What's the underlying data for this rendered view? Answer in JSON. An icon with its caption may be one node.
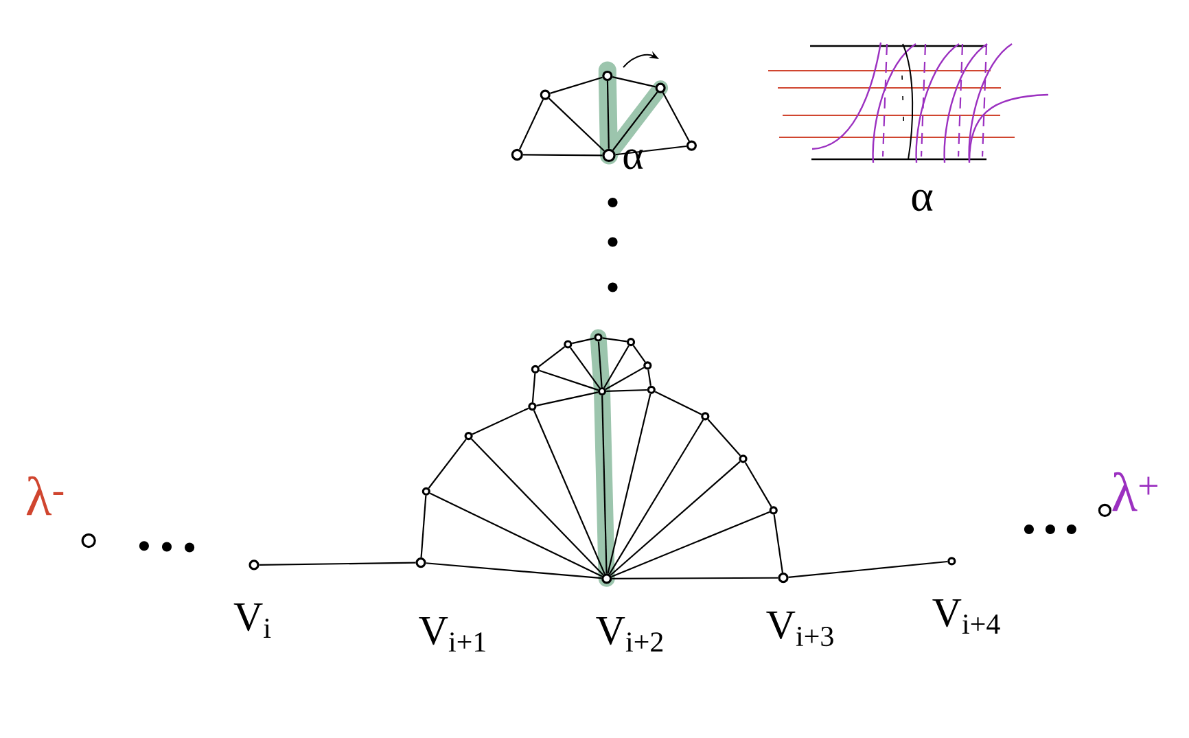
{
  "diagram": {
    "nodes": [
      {
        "text": [],
        "shape": "circle",
        "beside": [
          "λ$^{-}$"
        ]
      },
      {
        "text": [],
        "shape": "circle",
        "beside": [
          "V$_{i}$"
        ]
      },
      {
        "text": [],
        "shape": "circle",
        "beside": [
          "V$_{i+1}$"
        ]
      },
      {
        "text": [],
        "shape": "circle",
        "beside": [
          "V$_{i+2}$"
        ]
      },
      {
        "text": [],
        "shape": "circle",
        "beside": [
          "V$_{i+3}$"
        ]
      },
      {
        "text": [],
        "shape": "circle",
        "beside": [
          "V$_{i+4}$"
        ]
      },
      {
        "text": [],
        "shape": "circle",
        "beside": [
          "λ$^{+}$"
        ]
      },
      {
        "text": [],
        "shape": "circle"
      },
      {
        "text": [],
        "shape": "circle"
      },
      {
        "text": [],
        "shape": "circle"
      },
      {
        "text": [],
        "shape": "circle"
      },
      {
        "text": [],
        "shape": "circle"
      },
      {
        "text": [],
        "shape": "circle"
      },
      {
        "text": [],
        "shape": "circle"
      },
      {
        "text": [],
        "shape": "circle"
      },
      {
        "text": [],
        "shape": "circle"
      },
      {
        "text": [],
        "shape": "circle"
      },
      {
        "text": [],
        "shape": "circle"
      },
      {
        "text": [],
        "shape": "circle"
      },
      {
        "text": [],
        "shape": "circle"
      },
      {
        "text": [],
        "shape": "circle"
      },
      {
        "text": [],
        "shape": "circle"
      },
      {
        "text": [],
        "shape": "circle"
      },
      {
        "text": [],
        "shape": "circle"
      },
      {
        "text": [],
        "shape": "circle"
      },
      {
        "text": [],
        "shape": "circle",
        "beside": [
          "α"
        ]
      }
    ],
    "edges": [
      {
        "from": 1,
        "to": 2,
        "arrow": "none"
      },
      {
        "from": 2,
        "to": 3,
        "arrow": "none"
      },
      {
        "from": 3,
        "to": 4,
        "arrow": "none"
      },
      {
        "from": 4,
        "to": 5,
        "arrow": "none"
      },
      {
        "from": 2,
        "to": 7,
        "arrow": "none"
      },
      {
        "from": 7,
        "to": 8,
        "arrow": "none"
      },
      {
        "from": 8,
        "to": 9,
        "arrow": "none"
      },
      {
        "from": 9,
        "to": 10,
        "arrow": "none"
      },
      {
        "from": 10,
        "to": 11,
        "arrow": "none"
      },
      {
        "from": 11,
        "to": 12,
        "arrow": "none"
      },
      {
        "from": 12,
        "to": 13,
        "arrow": "none"
      },
      {
        "from": 13,
        "to": 14,
        "arrow": "none"
      },
      {
        "from": 14,
        "to": 15,
        "arrow": "none"
      },
      {
        "from": 15,
        "to": 16,
        "arrow": "none"
      },
      {
        "from": 16,
        "to": 17,
        "arrow": "none"
      },
      {
        "from": 17,
        "to": 18,
        "arrow": "none"
      },
      {
        "from": 18,
        "to": 4,
        "arrow": "none"
      },
      {
        "from": 3,
        "to": 7,
        "arrow": "none"
      },
      {
        "from": 3,
        "to": 8,
        "arrow": "none"
      },
      {
        "from": 3,
        "to": 9,
        "arrow": "none"
      },
      {
        "from": 3,
        "to": 19,
        "arrow": "none"
      },
      {
        "from": 3,
        "to": 15,
        "arrow": "none"
      },
      {
        "from": 3,
        "to": 16,
        "arrow": "none"
      },
      {
        "from": 3,
        "to": 17,
        "arrow": "none"
      },
      {
        "from": 3,
        "to": 18,
        "arrow": "none"
      },
      {
        "from": 19,
        "to": 9,
        "arrow": "none"
      },
      {
        "from": 19,
        "to": 10,
        "arrow": "none"
      },
      {
        "from": 19,
        "to": 11,
        "arrow": "none"
      },
      {
        "from": 19,
        "to": 12,
        "arrow": "none"
      },
      {
        "from": 19,
        "to": 13,
        "arrow": "none"
      },
      {
        "from": 19,
        "to": 14,
        "arrow": "none"
      },
      {
        "from": 19,
        "to": 15,
        "arrow": "none"
      },
      {
        "from": 20,
        "to": 21,
        "arrow": "none"
      },
      {
        "from": 21,
        "to": 22,
        "arrow": "none"
      },
      {
        "from": 22,
        "to": 23,
        "arrow": "none"
      },
      {
        "from": 23,
        "to": 24,
        "arrow": "none"
      },
      {
        "from": 20,
        "to": 25,
        "arrow": "none"
      },
      {
        "from": 25,
        "to": 24,
        "arrow": "none"
      },
      {
        "from": 25,
        "to": 21,
        "arrow": "none"
      },
      {
        "from": 25,
        "to": 22,
        "arrow": "none"
      },
      {
        "from": 25,
        "to": 23,
        "arrow": "none"
      }
    ],
    "labels": [
      "α"
    ]
  }
}
